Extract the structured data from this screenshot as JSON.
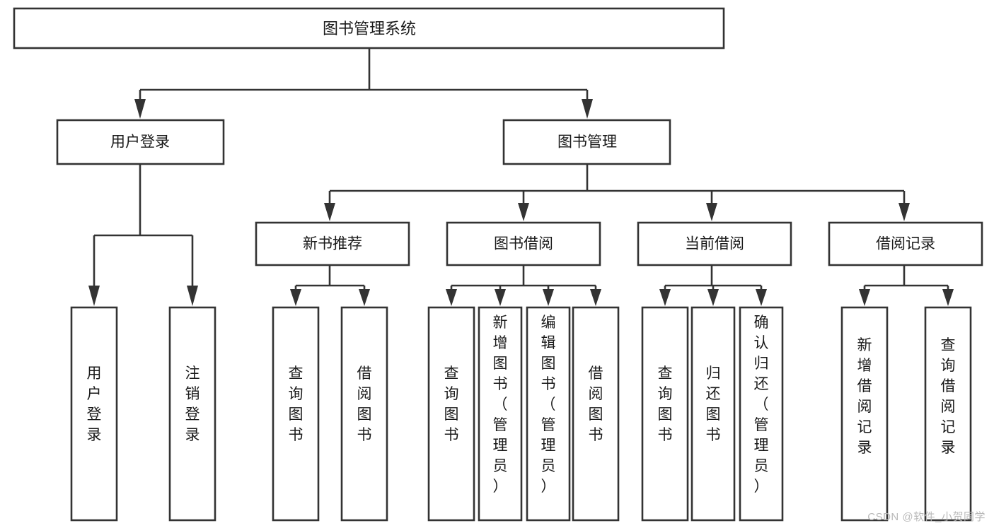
{
  "diagram": {
    "type": "tree-hierarchy",
    "title": "图书管理系统",
    "watermark": "CSDN @软件_小贺同学",
    "colors": {
      "stroke": "#333333",
      "fill": "#ffffff",
      "text": "#1a1a1a",
      "watermark": "#b9b9b9",
      "background": "#ffffff"
    },
    "levels": [
      {
        "level": 1,
        "nodes": [
          {
            "id": "root",
            "label": "图书管理系统",
            "orientation": "horizontal"
          }
        ]
      },
      {
        "level": 2,
        "nodes": [
          {
            "id": "login",
            "label": "用户登录",
            "orientation": "horizontal",
            "parent": "root"
          },
          {
            "id": "bookmgmt",
            "label": "图书管理",
            "orientation": "horizontal",
            "parent": "root"
          }
        ]
      },
      {
        "level": 3,
        "nodes": [
          {
            "id": "newbook",
            "label": "新书推荐",
            "orientation": "horizontal",
            "parent": "bookmgmt"
          },
          {
            "id": "borrow",
            "label": "图书借阅",
            "orientation": "horizontal",
            "parent": "bookmgmt"
          },
          {
            "id": "current",
            "label": "当前借阅",
            "orientation": "horizontal",
            "parent": "bookmgmt"
          },
          {
            "id": "records",
            "label": "借阅记录",
            "orientation": "horizontal",
            "parent": "bookmgmt"
          }
        ]
      },
      {
        "level": 4,
        "nodes": [
          {
            "id": "leaf-user-login",
            "label": "用户登录",
            "orientation": "vertical",
            "parent": "login"
          },
          {
            "id": "leaf-user-logout",
            "label": "注销登录",
            "orientation": "vertical",
            "parent": "login"
          },
          {
            "id": "leaf-nb-query",
            "label": "查询图书",
            "orientation": "vertical",
            "parent": "newbook"
          },
          {
            "id": "leaf-nb-borrow",
            "label": "借阅图书",
            "orientation": "vertical",
            "parent": "newbook"
          },
          {
            "id": "leaf-bw-query",
            "label": "查询图书",
            "orientation": "vertical",
            "parent": "borrow"
          },
          {
            "id": "leaf-bw-add",
            "label": "新增图书（管理员）",
            "orientation": "vertical",
            "parent": "borrow"
          },
          {
            "id": "leaf-bw-edit",
            "label": "编辑图书（管理员）",
            "orientation": "vertical",
            "parent": "borrow"
          },
          {
            "id": "leaf-bw-borrow",
            "label": "借阅图书",
            "orientation": "vertical",
            "parent": "borrow"
          },
          {
            "id": "leaf-cr-query",
            "label": "查询图书",
            "orientation": "vertical",
            "parent": "current"
          },
          {
            "id": "leaf-cr-return",
            "label": "归还图书",
            "orientation": "vertical",
            "parent": "current"
          },
          {
            "id": "leaf-cr-confirm",
            "label": "确认归还（管理员）",
            "orientation": "vertical",
            "parent": "current"
          },
          {
            "id": "leaf-rc-add",
            "label": "新增借阅记录",
            "orientation": "vertical",
            "parent": "records"
          },
          {
            "id": "leaf-rc-query",
            "label": "查询借阅记录",
            "orientation": "vertical",
            "parent": "records"
          }
        ]
      }
    ]
  }
}
